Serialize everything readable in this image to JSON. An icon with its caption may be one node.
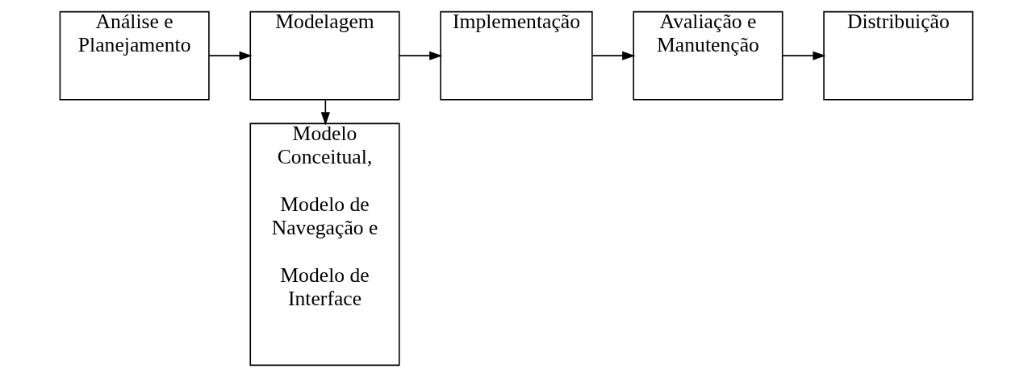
{
  "diagram": {
    "nodes": [
      {
        "text": [
          "Análise e Planejamento"
        ]
      },
      {
        "text": [
          "Modelagem"
        ]
      },
      {
        "text": [
          "Implementação"
        ]
      },
      {
        "text": [
          "Avaliação e Manutenção"
        ]
      },
      {
        "text": [
          "Distribuição"
        ]
      },
      {
        "text": [
          "Modelo Conceitual,",
          "Modelo de Navegação e",
          "Modelo de Interface"
        ]
      }
    ],
    "edges": [
      {
        "from": 0,
        "to": 1,
        "arrow": "to"
      },
      {
        "from": 1,
        "to": 2,
        "arrow": "to"
      },
      {
        "from": 2,
        "to": 3,
        "arrow": "to"
      },
      {
        "from": 3,
        "to": 4,
        "arrow": "to"
      },
      {
        "from": 1,
        "to": 5,
        "arrow": "to"
      }
    ]
  }
}
